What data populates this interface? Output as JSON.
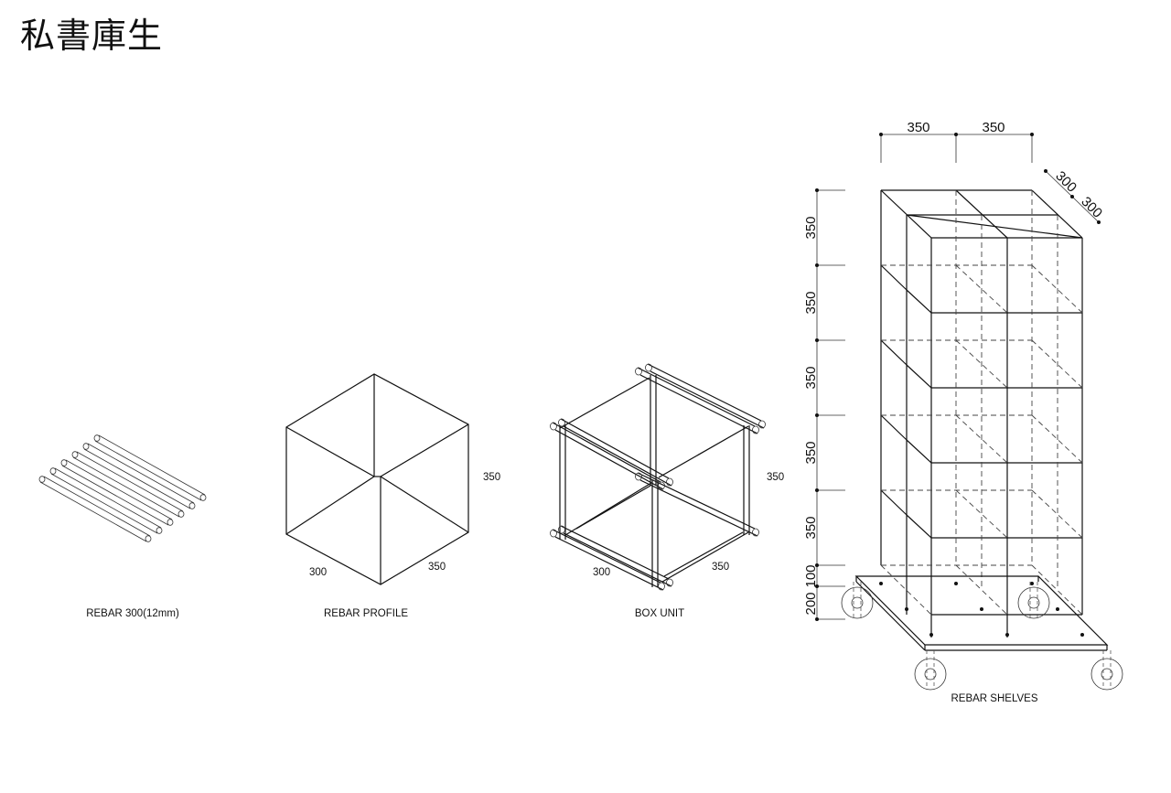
{
  "title": "私書庫生",
  "captions": {
    "rebar": "REBAR 300(12mm)",
    "profile": "REBAR PROFILE",
    "box": "BOX UNIT",
    "shelves": "REBAR SHELVES"
  },
  "profile_dims": {
    "height": "350",
    "left": "300",
    "right": "350"
  },
  "box_dims": {
    "height": "350",
    "left": "300",
    "right": "350"
  },
  "shelves_dims": {
    "width_a": "350",
    "width_b": "350",
    "depth_a": "300",
    "depth_b": "300",
    "levels": [
      "350",
      "350",
      "350",
      "350",
      "350"
    ],
    "base_a": "100",
    "base_b": "200"
  }
}
